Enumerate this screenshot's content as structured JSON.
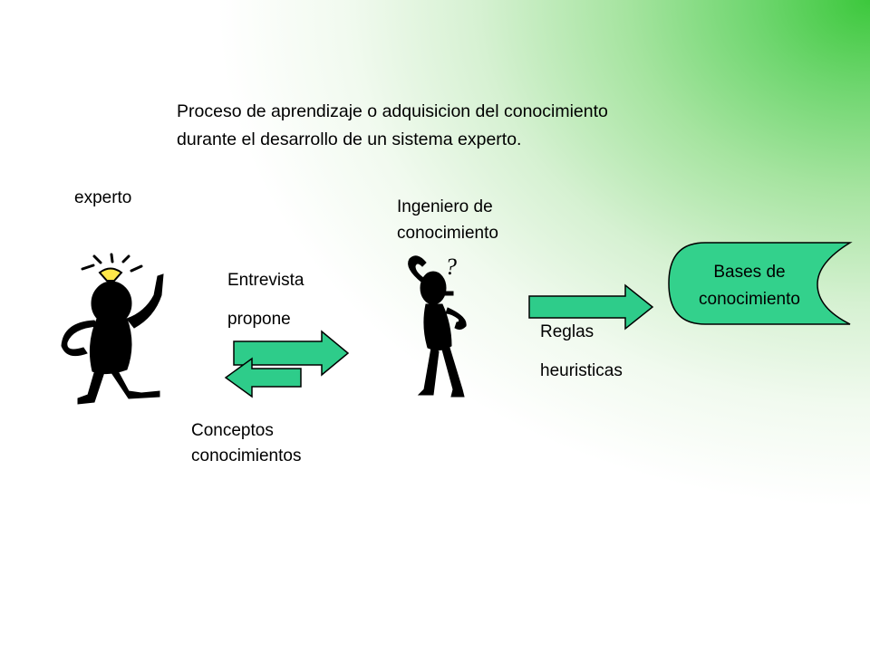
{
  "slide": {
    "title_line1": "Proceso de aprendizaje o adquisicion del conocimiento",
    "title_line2": "durante el desarrollo de un sistema experto."
  },
  "actors": {
    "expert_label": "experto",
    "engineer_label_line1": "Ingeniero de",
    "engineer_label_line2": "conocimiento",
    "engineer_question_mark": "?"
  },
  "flows": {
    "interview_label": "Entrevista",
    "proposes_label": "propone",
    "concepts_label_line1": "Conceptos",
    "concepts_label_line2": "conocimientos",
    "rules_label": "Reglas",
    "heuristics_label": "heuristicas"
  },
  "knowledge_base": {
    "label_line1": "Bases de",
    "label_line2": "conocimiento"
  },
  "colors": {
    "arrow_fill": "#2ecc8a",
    "knowledge_base_fill": "#33d18c",
    "background_accent": "#3cc83c",
    "bulb": "#ffe84a"
  }
}
